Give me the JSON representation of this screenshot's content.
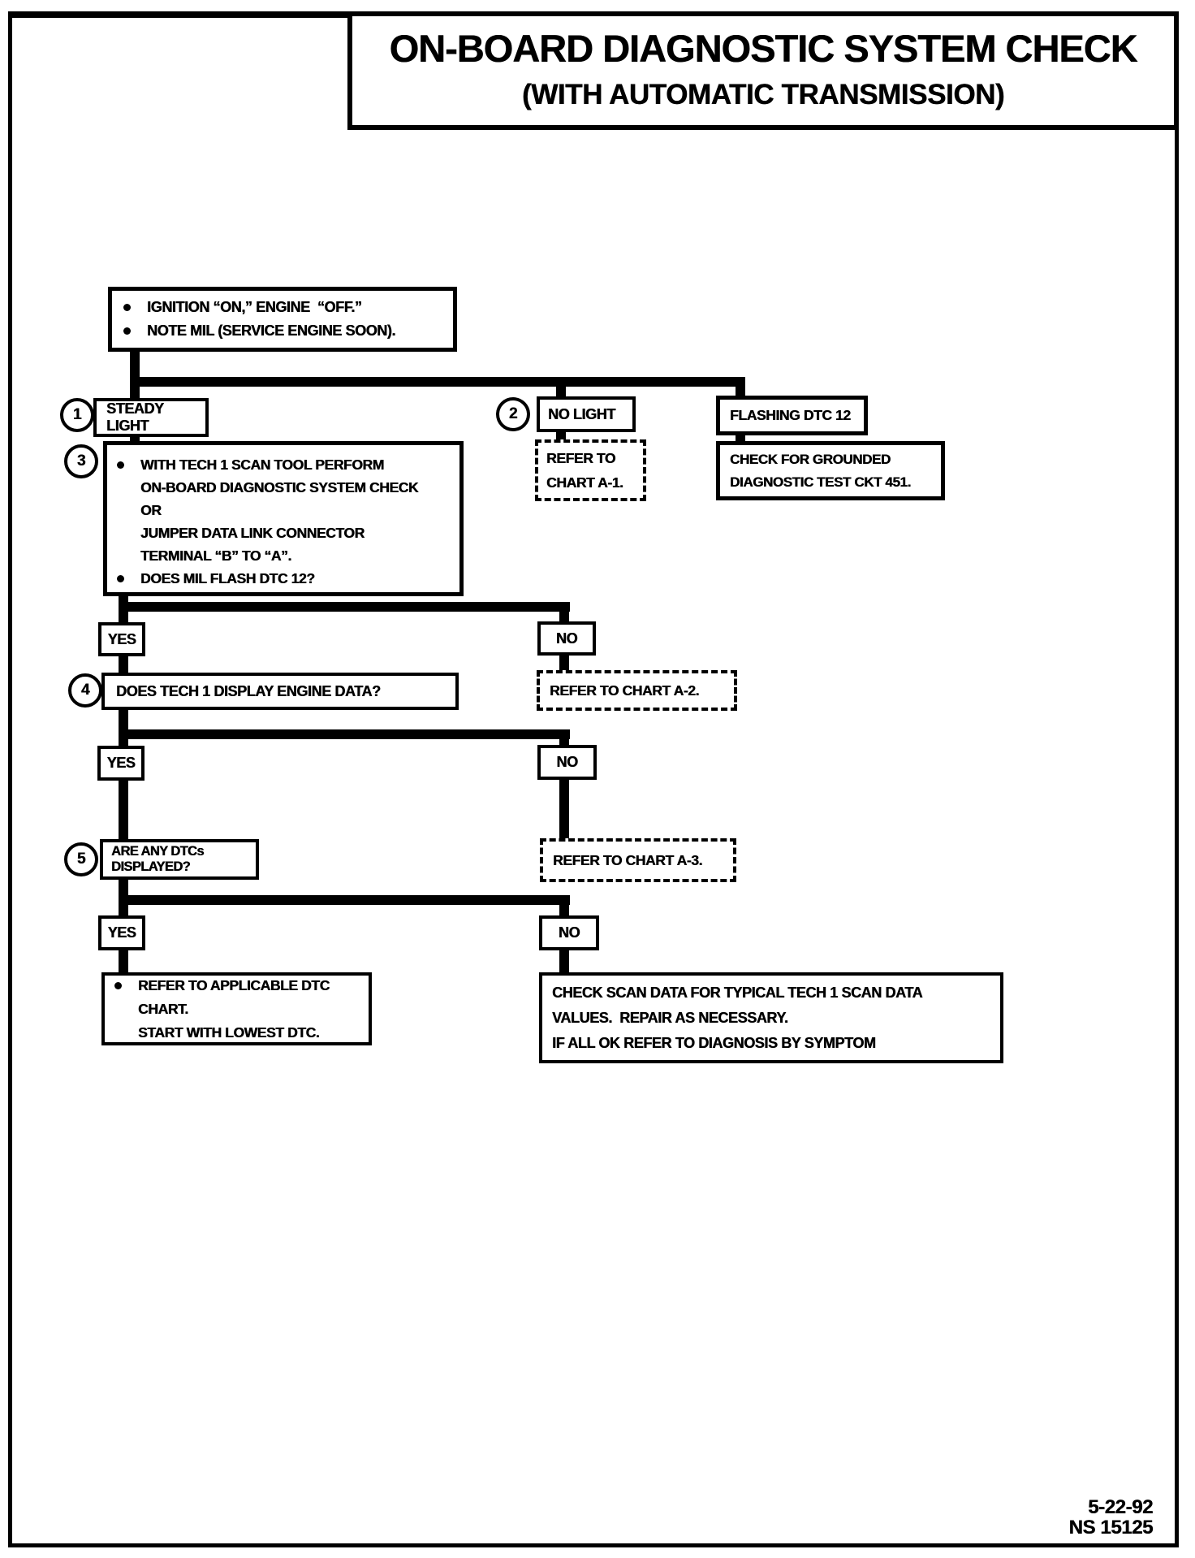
{
  "title": {
    "line1": "ON-BOARD DIAGNOSTIC SYSTEM CHECK",
    "line2": "(WITH AUTOMATIC TRANSMISSION)"
  },
  "nodes": {
    "start": {
      "bullet1": "IGNITION “ON,” ENGINE  “OFF.”",
      "bullet2": "NOTE MIL (SERVICE ENGINE SOON)."
    },
    "steady": {
      "num": "1",
      "label": "STEADY LIGHT"
    },
    "no_light": {
      "num": "2",
      "label": "NO LIGHT"
    },
    "flashing": {
      "label": "FLASHING DTC 12"
    },
    "chart_a1": {
      "line1": "REFER TO",
      "line2": "CHART A-1."
    },
    "grounded": {
      "line1": "CHECK FOR GROUNDED",
      "line2": "DIAGNOSTIC TEST CKT 451."
    },
    "step3": {
      "num": "3",
      "b1l1": "WITH TECH 1 SCAN TOOL PERFORM",
      "b1l2": "ON-BOARD DIAGNOSTIC SYSTEM CHECK",
      "b1l3": "OR",
      "b1l4": "JUMPER DATA LINK CONNECTOR",
      "b1l5": "TERMINAL “B” TO “A”.",
      "b2": "DOES MIL FLASH DTC 12?"
    },
    "yes1": "YES",
    "no1": "NO",
    "step4": {
      "num": "4",
      "label": "DOES TECH 1 DISPLAY ENGINE DATA?"
    },
    "chart_a2": "REFER TO CHART A-2.",
    "yes2": "YES",
    "no2": "NO",
    "step5": {
      "num": "5",
      "label": "ARE ANY DTCs DISPLAYED?"
    },
    "chart_a3": "REFER TO CHART A-3.",
    "yes3": "YES",
    "no3": "NO",
    "final_yes": {
      "line1": "REFER TO APPLICABLE DTC CHART.",
      "line2": "START WITH LOWEST DTC."
    },
    "final_no": {
      "line1": "CHECK SCAN DATA FOR TYPICAL TECH 1 SCAN DATA",
      "line2": "VALUES.  REPAIR AS NECESSARY.",
      "line3": "IF ALL OK REFER TO DIAGNOSIS BY SYMPTOM"
    }
  },
  "footer": {
    "date": "5-22-92",
    "code": "NS 15125"
  }
}
